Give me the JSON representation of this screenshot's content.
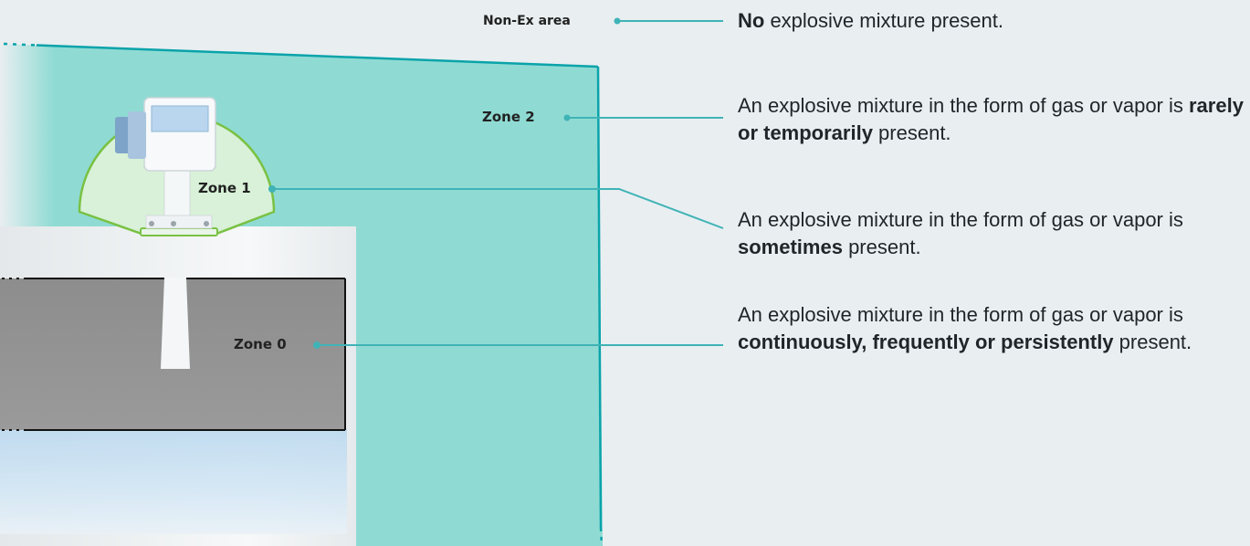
{
  "colors": {
    "background": "#e9eef1",
    "zone2_fill": "#8fdbd3",
    "zone2_border": "#0aa3aa",
    "zone1_fill": "#d8f1d8",
    "zone1_border": "#79c143",
    "zone0_fill": "#8a8a8a",
    "leader_line": "#3fb3b6",
    "tank_body": "#f2f4f5"
  },
  "zones": [
    {
      "id": "non-ex",
      "label": "Non-Ex area",
      "description": [
        {
          "text": "No",
          "bold": true
        },
        {
          "text": " explosive mixture present.",
          "bold": false
        }
      ]
    },
    {
      "id": "zone2",
      "label": "Zone 2",
      "description": [
        {
          "text": "An explosive mixture in the form of gas or vapor is ",
          "bold": false
        },
        {
          "text": "rarely or temporarily",
          "bold": true
        },
        {
          "text": " present.",
          "bold": false
        }
      ]
    },
    {
      "id": "zone1",
      "label": "Zone 1",
      "description": [
        {
          "text": "An explosive mixture in the form of gas or vapor is ",
          "bold": false
        },
        {
          "text": "sometimes",
          "bold": true
        },
        {
          "text": " present.",
          "bold": false
        }
      ]
    },
    {
      "id": "zone0",
      "label": "Zone 0",
      "description": [
        {
          "text": "An explosive mixture in the form of gas or vapor is ",
          "bold": false
        },
        {
          "text": "continuously, frequently or persistently",
          "bold": true
        },
        {
          "text": " present.",
          "bold": false
        }
      ]
    }
  ]
}
